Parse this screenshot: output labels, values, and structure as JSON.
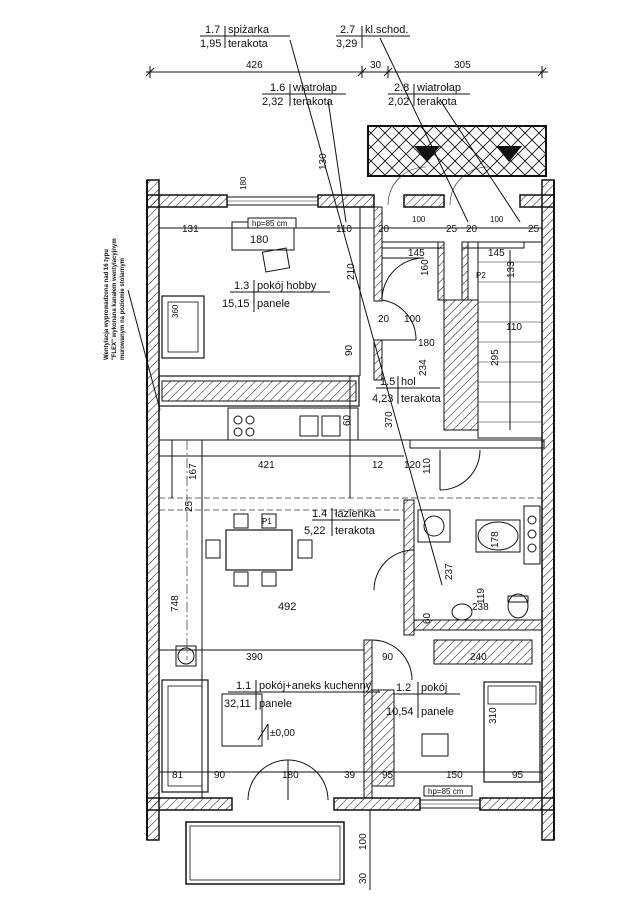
{
  "rooms": [
    {
      "id": "1.7",
      "name": "spiżarka",
      "area": "1,95",
      "floor": "terakota"
    },
    {
      "id": "2.7",
      "name": "kl.schod.",
      "area": "3,29",
      "floor": ""
    },
    {
      "id": "1.6",
      "name": "wiatrołap",
      "area": "2,32",
      "floor": "terakota"
    },
    {
      "id": "2.8",
      "name": "wiatrołap",
      "area": "2,02",
      "floor": "terakota"
    },
    {
      "id": "1.3",
      "name": "pokój  hobby",
      "area": "15,15",
      "floor": "panele"
    },
    {
      "id": "1.5",
      "name": "hol",
      "area": "4,23",
      "floor": "terakota"
    },
    {
      "id": "1.4",
      "name": "łazienka",
      "area": "5,22",
      "floor": "terakota"
    },
    {
      "id": "1.1",
      "name": "pokój+aneks  kuchenny",
      "area": "32,11",
      "floor": "panele"
    },
    {
      "id": "1.2",
      "name": "pokój",
      "area": "10,54",
      "floor": "panele"
    }
  ],
  "dimensions": {
    "top_426": "426",
    "top_30": "30",
    "top_305": "305",
    "d130": "130",
    "d180a": "180",
    "d131": "131",
    "d110a": "110",
    "d180b": "180",
    "d210": "210",
    "d20a": "20",
    "d100a": "100",
    "d25a": "25",
    "d20b": "20",
    "d100b": "100",
    "d25b": "25",
    "d145a": "145",
    "d160": "160",
    "d145b": "145",
    "d133": "133",
    "d20c": "20",
    "d100c": "100",
    "d110b": "110",
    "d90a": "90",
    "d180c": "180",
    "d295": "295",
    "d234": "234",
    "d360": "360",
    "d370": "370",
    "d167": "167",
    "d421": "421",
    "d12": "12",
    "d120": "120",
    "d110c": "110",
    "d60a": "60",
    "d25c": "25",
    "d748": "748",
    "d492": "492",
    "d178": "178",
    "d237": "237",
    "d119": "119",
    "d238": "238",
    "d60b": "60",
    "d390": "390",
    "d90b": "90",
    "d240": "240",
    "d310": "310",
    "d81": "81",
    "d90c": "90",
    "d180d": "180",
    "d39": "39",
    "d95a": "95",
    "d150": "150",
    "d95b": "95",
    "d100d": "100",
    "d30": "30"
  },
  "markers": {
    "hp_top": "hp=85 cm",
    "hp_bottom": "hp=85 cm",
    "level": "±0,00",
    "p1": "P1",
    "p2": "P2"
  },
  "note": {
    "line1": "Wentylacja wyprowadzona nad 16 typu",
    "line2": "\"FLEX\" wykonana kanałem wentylacyjnym",
    "line3": "murowanym na poziomie stolarnym"
  }
}
